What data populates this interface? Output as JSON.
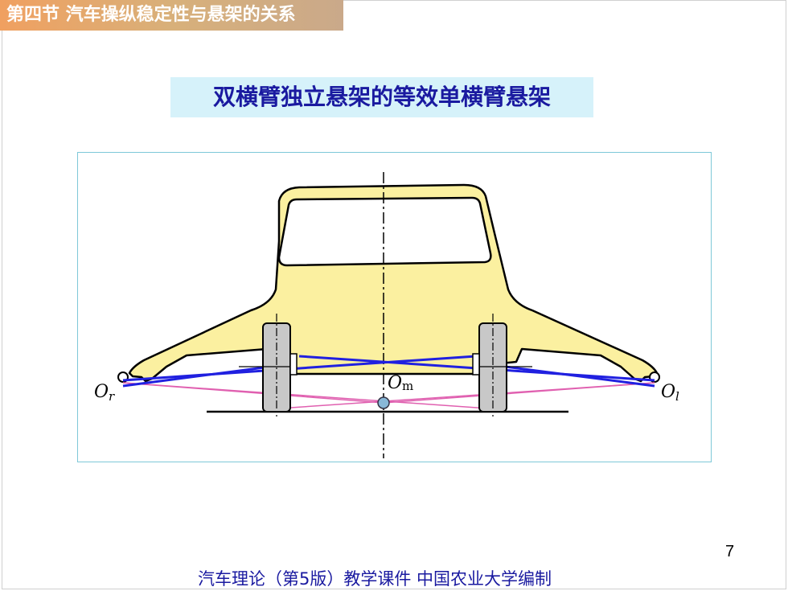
{
  "header": {
    "section_label": "第四节 汽车操纵稳定性与悬架的关系"
  },
  "slide": {
    "title": "双横臂独立悬架的等效单横臂悬架"
  },
  "diagram": {
    "label_right_pivot": "O",
    "label_right_pivot_sub": "r",
    "label_center": "O",
    "label_center_sub": "m",
    "label_left_pivot": "O",
    "label_left_pivot_sub": "l",
    "colors": {
      "body": "#fbf0a0",
      "arm_blue": "#2020e0",
      "line_pink": "#e060b0",
      "tire": "#c8c8c8",
      "center_point": "#88b8d8"
    }
  },
  "footer": {
    "page_number": "7",
    "caption": "汽车理论（第5版）教学课件 中国农业大学编制"
  }
}
